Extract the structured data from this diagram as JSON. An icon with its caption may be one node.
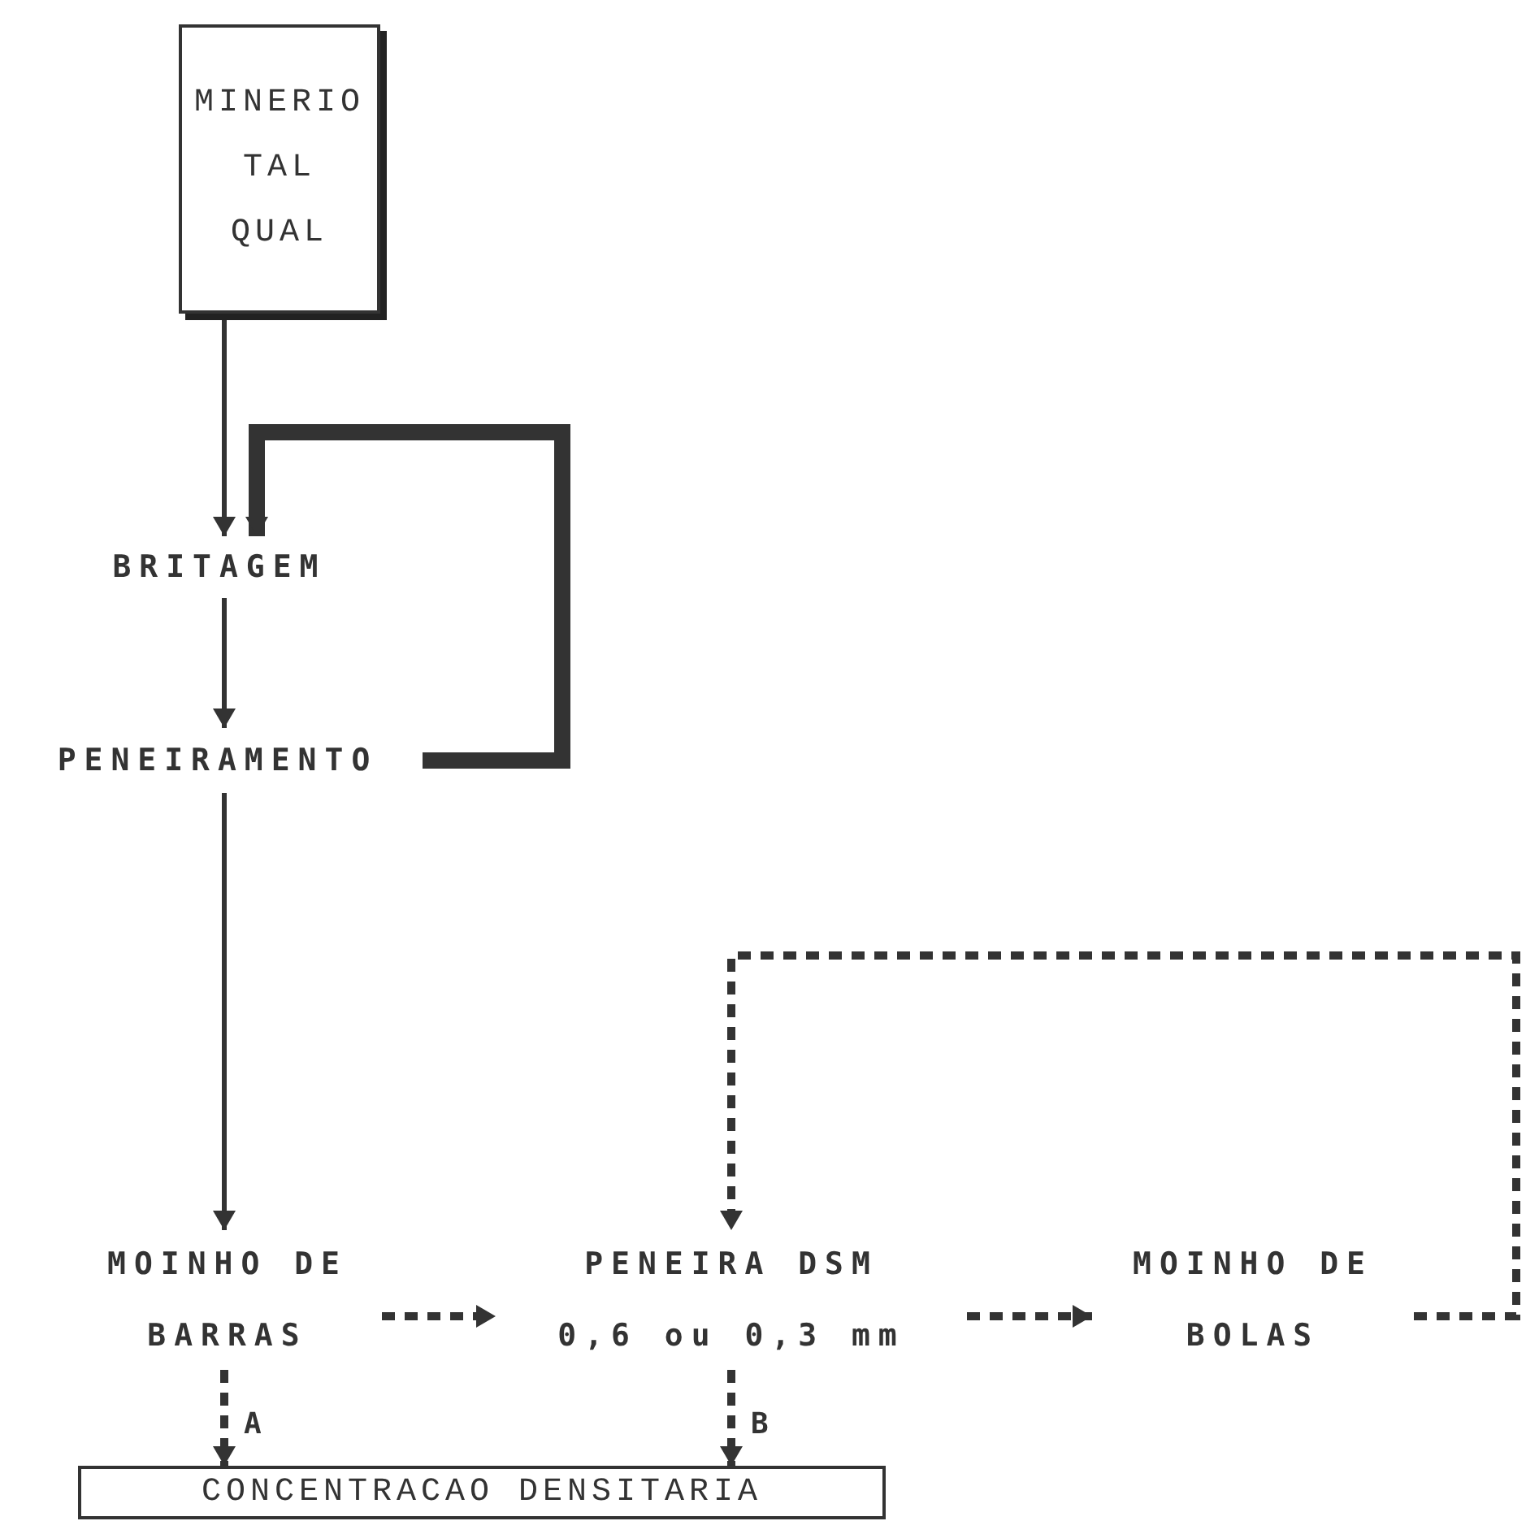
{
  "diagram": {
    "nodes": [
      {
        "text": [
          "MINERIO TAL QUAL"
        ]
      },
      {
        "text": [
          "BRITAGEM"
        ]
      },
      {
        "text": [
          "PENEIRAMENTO"
        ]
      },
      {
        "text": [
          "MOINHO DE BARRAS"
        ]
      },
      {
        "text": [
          "PENEIRA DSM 0,6 ou 0,3 mm"
        ]
      },
      {
        "text": [
          "MOINHO DE BOLAS"
        ]
      },
      {
        "text": [
          "CONCENTRACAO DENSITARIA"
        ]
      }
    ],
    "edges": [
      {
        "from": 0,
        "to": 1,
        "arrow": "to"
      },
      {
        "from": 2,
        "to": 1,
        "arrow": "to",
        "style": "thick"
      },
      {
        "from": 1,
        "to": 2,
        "arrow": "to"
      },
      {
        "from": 2,
        "to": 3,
        "arrow": "to"
      },
      {
        "from": 3,
        "to": 4,
        "arrow": "to",
        "style": "dashed"
      },
      {
        "from": 4,
        "to": 5,
        "arrow": "to",
        "style": "dashed"
      },
      {
        "from": 5,
        "to": 4,
        "arrow": "to",
        "style": "dashed"
      },
      {
        "from": 3,
        "to": 6,
        "arrow": "to",
        "style": "dashed",
        "label": "A"
      },
      {
        "from": 4,
        "to": 6,
        "arrow": "to",
        "style": "dashed",
        "label": "B"
      }
    ]
  }
}
